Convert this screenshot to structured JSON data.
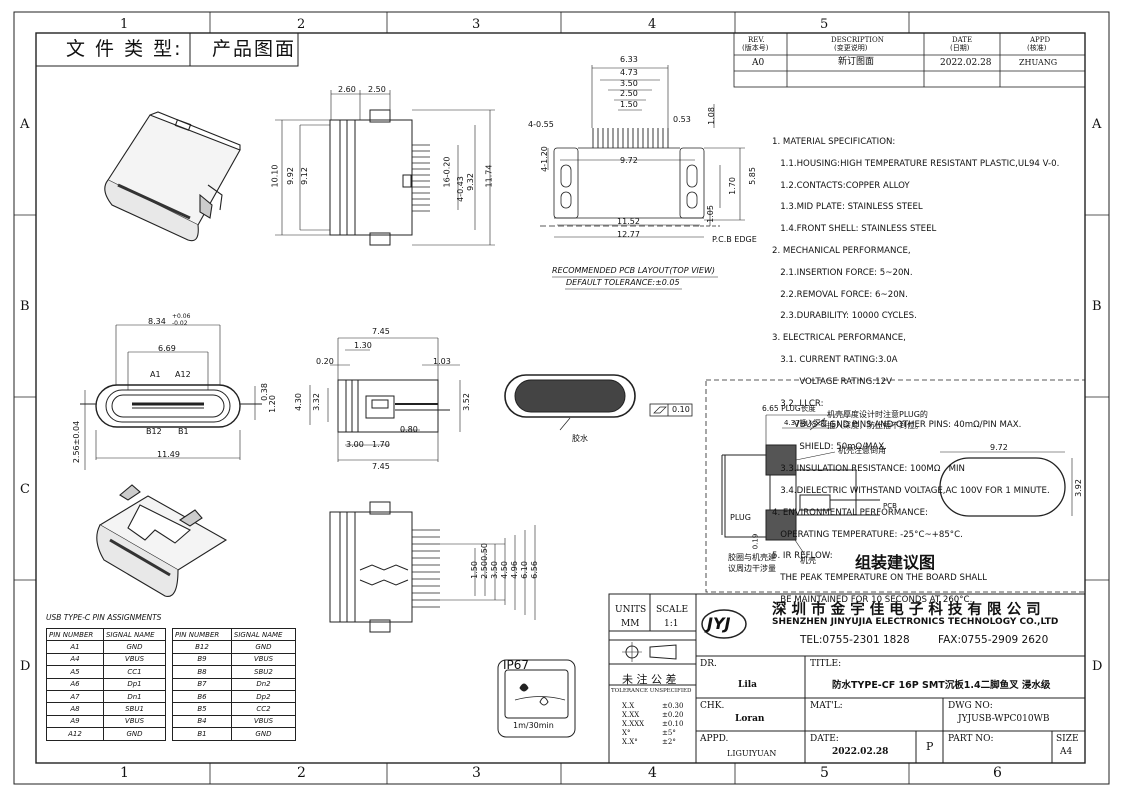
{
  "border": {
    "cols": [
      "1",
      "2",
      "3",
      "4",
      "5",
      "6"
    ],
    "rows": [
      "A",
      "B",
      "C",
      "D"
    ],
    "partial_col_top": "3"
  },
  "doc_type": {
    "label": "文 件 类 型:",
    "value": "产品图面"
  },
  "revision_table": {
    "headers": [
      {
        "en": "REV.",
        "cn": "(版本号)"
      },
      {
        "en": "DESCRIPTION",
        "cn": "(变更说明)"
      },
      {
        "en": "DATE",
        "cn": "(日期)"
      },
      {
        "en": "APPD",
        "cn": "(核准)"
      }
    ],
    "row": {
      "rev": "A0",
      "desc": "新订图面",
      "date": "2022.02.28",
      "appd": "ZHUANG"
    }
  },
  "specs": [
    "1. MATERIAL SPECIFICATION:",
    "   1.1.HOUSING:HIGH TEMPERATURE RESISTANT PLASTIC,UL94 V-0.",
    "   1.2.CONTACTS:COPPER ALLOY",
    "   1.3.MID PLATE: STAINLESS STEEL",
    "   1.4.FRONT SHELL: STAINLESS STEEL",
    "2. MECHANICAL PERFORMANCE,",
    "   2.1.INSERTION FORCE: 5~20N.",
    "   2.2.REMOVAL FORCE: 6~20N.",
    "   2.3.DURABILITY: 10000 CYCLES.",
    "3. ELECTRICAL PERFORMANCE,",
    "   3.1. CURRENT RATING:3.0A",
    "          VOLTAGE RATING:12V",
    "   3.2. LLCR:",
    "        VBUS & GND PINS AND OTHER PINS: 40mΩ/PIN MAX.",
    "          SHIELD: 50mΩ/MAX.",
    "   3.3.INSULATION RESISTANCE: 100MΩ   MIN",
    "   3.4.DIELECTRIC WITHSTAND VOLTAGE,AC 100V FOR 1 MINUTE.",
    "4. ENVIRONMENTAL PERFORMANCE:",
    "   OPERATING TEMPERATURE: -25°C~+85°C.",
    "5. IR REFLOW:",
    "   THE PEAK TEMPERATURE ON THE BOARD SHALL",
    "   BE MAINTAINED FOR 10 SECONDS AT 260°C."
  ],
  "pcb_layout": {
    "title": "RECOMMENDED PCB LAYOUT(TOP VIEW)",
    "tolerance": "DEFAULT TOLERANCE:±0.05",
    "dims": [
      "6.33",
      "4.73",
      "3.50",
      "2.50",
      "1.50",
      "0.53",
      "1.08",
      "4-0.55",
      "4-1.20",
      "9.72",
      "11.52",
      "12.77",
      "1.05",
      "1.70",
      "5.85"
    ],
    "edge": "P.C.B EDGE"
  },
  "top_view_dims": [
    "2.60",
    "2.50",
    "10.10",
    "9.92",
    "9.12",
    "16-0.20",
    "4-0.43",
    "9.32",
    "11.74"
  ],
  "front_view": {
    "dims": [
      "8.34",
      "+0.06",
      "-0.02",
      "6.69",
      "A1",
      "A12",
      "B12",
      "B1",
      "0.38",
      "1.20",
      "2.56±0.04",
      "11.49"
    ]
  },
  "side_view_dims": [
    "7.45",
    "1.30",
    "0.20",
    "1.03",
    "4.30",
    "3.32",
    "3.52",
    "3.00",
    "1.70",
    "0.80",
    "7.45"
  ],
  "gasket": {
    "label": "胶水",
    "flatness": "0.10"
  },
  "bottom_view_dims": [
    "1.50",
    "2.50",
    "3.50",
    "4.50",
    "4.96",
    "6.10",
    "6.56",
    "0.50"
  ],
  "assembly": {
    "title": "组装建议图",
    "plug_depth": "6.65 PLUG长度",
    "insert_depth": "4.37插入深度",
    "note1": "机壳厚度设计时注意PLUG的",
    "note1b": "插入深度，防止插不到位。",
    "note2": "机壳注意倒角",
    "pcb": "PCB",
    "plug": "PLUG",
    "gap": "0.19",
    "note3a": "胶圈与机壳建",
    "note3b": "议周边干涉量",
    "shell": "机壳",
    "slot_w": "9.72",
    "slot_h": "3.92"
  },
  "pin_table": {
    "title": "USB TYPE-C PIN ASSIGNMENTS",
    "headers": [
      "PIN NUMBER",
      "SIGNAL NAME",
      "PIN NUMBER",
      "SIGNAL NAME"
    ],
    "rows": [
      [
        "A1",
        "GND",
        "B12",
        "GND"
      ],
      [
        "A4",
        "VBUS",
        "B9",
        "VBUS"
      ],
      [
        "A5",
        "CC1",
        "B8",
        "SBU2"
      ],
      [
        "A6",
        "Dp1",
        "B7",
        "Dn2"
      ],
      [
        "A7",
        "Dn1",
        "B6",
        "Dp2"
      ],
      [
        "A8",
        "SBU1",
        "B5",
        "CC2"
      ],
      [
        "A9",
        "VBUS",
        "B4",
        "VBUS"
      ],
      [
        "A12",
        "GND",
        "B1",
        "GND"
      ]
    ]
  },
  "ip_badge": {
    "rating": "IP67",
    "depth": "1m/30min"
  },
  "title_block": {
    "units_label": "UNITS",
    "units_value": "MM",
    "scale_label": "SCALE",
    "scale_value": "1:1",
    "company_logo": "JYJ",
    "company_cn": "深 圳 市 金 宇 佳 电 子 科 技 有 限 公 司",
    "company_en": "SHENZHEN JINYUJIA ELECTRONICS TECHNOLOGY CO.,LTD",
    "tel": "TEL:0755-2301 1828",
    "fax": "FAX:0755-2909 2620",
    "tol_title": "未 注 公 差",
    "tol_sub": "TOLERANCE UNSPECIFIED",
    "tolerances": [
      [
        "X.X",
        "±0.30"
      ],
      [
        "X.XX",
        "±0.20"
      ],
      [
        "X.XXX",
        "±0.10"
      ],
      [
        "X°",
        "±5°"
      ],
      [
        "X.X°",
        "±2°"
      ]
    ],
    "dr_label": "DR.",
    "dr_value": "Lila",
    "chk_label": "CHK.",
    "chk_value": "Loran",
    "appd_label": "APPD.",
    "appd_value": "LIGUIYUAN",
    "title_label": "TITLE:",
    "title_value": "防水TYPE-CF 16P SMT沉板1.4二脚鱼叉 浸水级",
    "mat_label": "MAT'L:",
    "dwg_label": "DWG NO:",
    "dwg_value": "JYJUSB-WPC010WB",
    "date_label": "DATE:",
    "date_value": "2022.02.28",
    "p_label": "P",
    "part_label": "PART NO:",
    "size_label": "SIZE",
    "size_value": "A4"
  }
}
